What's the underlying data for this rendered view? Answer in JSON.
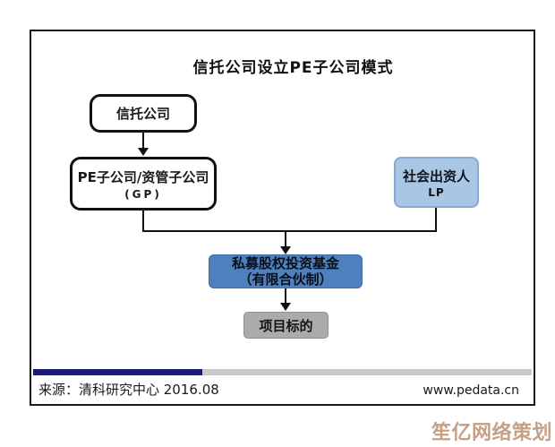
{
  "diagram": {
    "title": "信托公司设立PE子公司模式",
    "nodes": {
      "trust": {
        "label": "信托公司"
      },
      "pe_subsidiary": {
        "line1": "PE子公司/资管子公司",
        "line2": "(GP)"
      },
      "social_investor": {
        "line1": "社会出资人",
        "line2": "LP"
      },
      "pe_fund": {
        "line1": "私募股权投资基金",
        "line2": "（有限合伙制）"
      },
      "project_target": {
        "label": "项目标的"
      }
    },
    "colors": {
      "node_light_blue_fill": "#a9c6e4",
      "node_light_blue_border": "#85a9cf",
      "node_medium_blue_fill": "#4d80bc",
      "node_medium_blue_border": "#3d6ca6",
      "node_gray_fill": "#ababab",
      "node_gray_border": "#919191",
      "outline_node_border": "#111111",
      "progress_bar_navy": "#1b1b75",
      "progress_bar_gray": "#c9c9c9"
    }
  },
  "footer": {
    "source": "来源：清科研究中心 2016.08",
    "website": "www.pedata.cn"
  },
  "watermark": {
    "text": "笙亿网络策划",
    "color": "#c5a086"
  }
}
